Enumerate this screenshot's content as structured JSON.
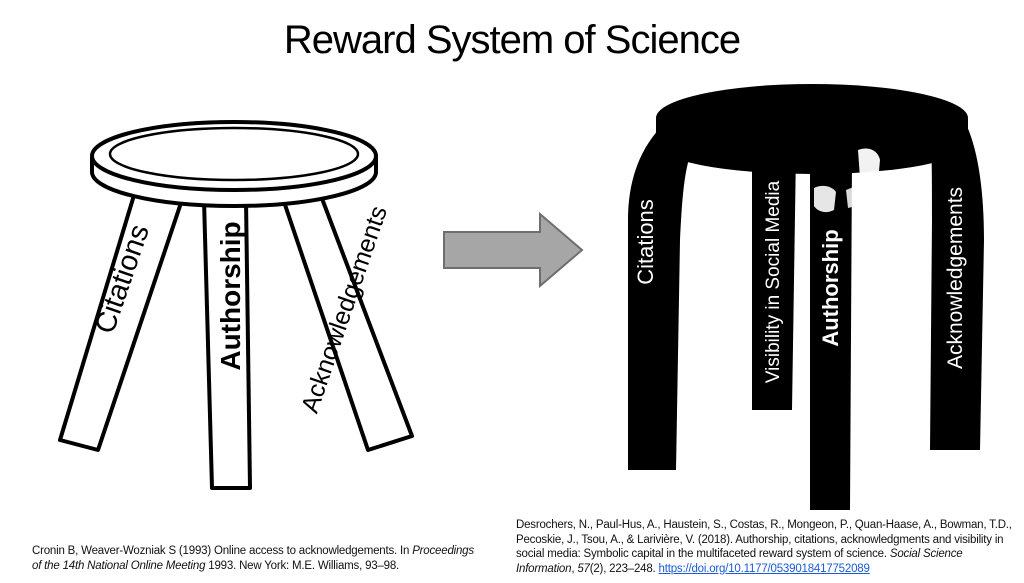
{
  "title": "Reward System of Science",
  "left_stool": {
    "legs": [
      "Citations",
      "Authorship",
      "Acknowledgements"
    ]
  },
  "right_stool": {
    "legs": [
      "Citations",
      "Visibility in Social Media",
      "Authorship",
      "Acknowledgements"
    ]
  },
  "arrow_icon": "right-arrow",
  "references": {
    "left": {
      "text_before": "Cronin B, Weaver-Wozniak S (1993) Online access to acknowledgements. In ",
      "italic": "Proceedings of the 14th National Online Meeting",
      "text_after": " 1993. New York: M.E. Williams, 93–98."
    },
    "right": {
      "text_before": "Desrochers, N., Paul-Hus, A., Haustein, S., Costas, R., Mongeon, P., Quan-Haase, A., Bowman, T.D., Pecoskie, J., Tsou, A., & Larivière, V. (2018). Authorship, citations, acknowledgments and visibility in social media: Symbolic capital in the multifaceted reward system of science. ",
      "journal": "Social Science Information",
      "volume_before": ", ",
      "volume": "57",
      "issue_pages": "(2), 223–248. ",
      "link": "https://doi.org/10.1177/0539018417752089"
    }
  },
  "colors": {
    "arrow_fill": "#a6a6a6",
    "arrow_stroke": "#6e6e6e",
    "link": "#1a5bd6"
  }
}
